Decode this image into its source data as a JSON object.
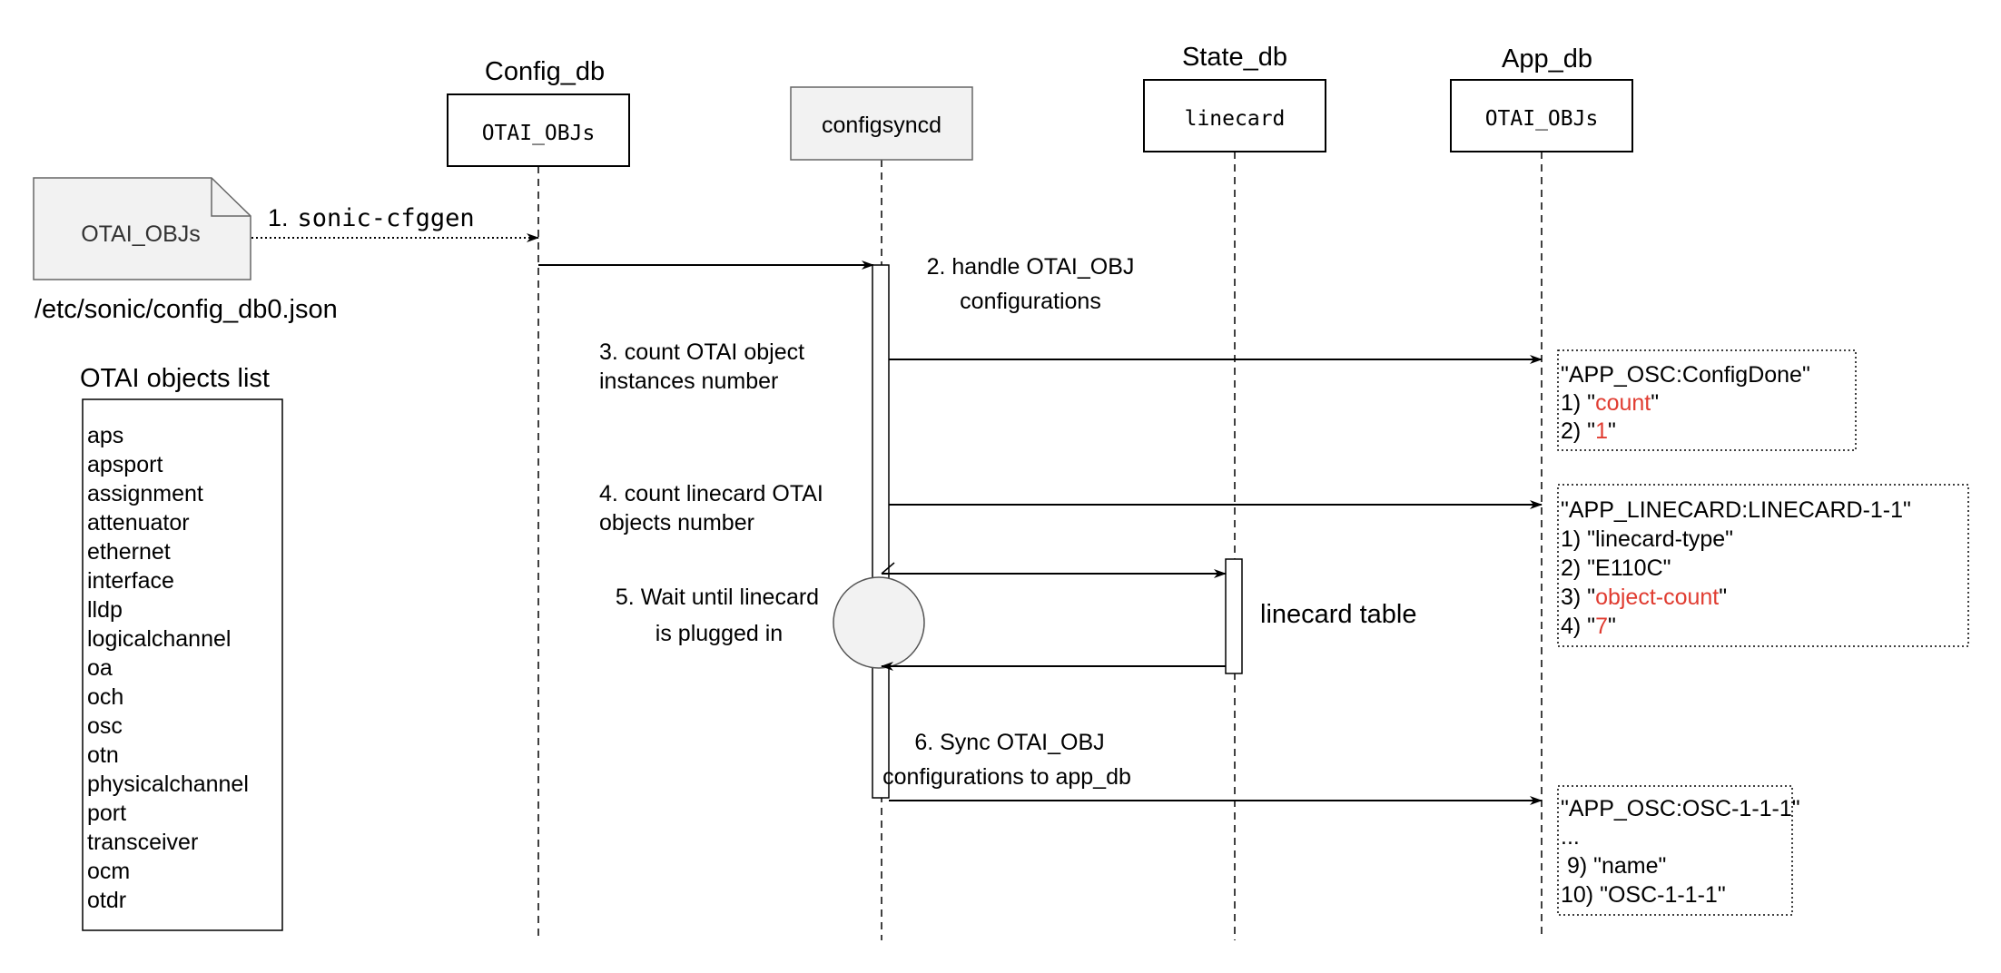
{
  "lifelines": {
    "config_db": {
      "title": "Config_db",
      "box_label": "OTAI_OBJs"
    },
    "configsyncd": {
      "box_label": "configsyncd"
    },
    "state_db": {
      "title": "State_db",
      "box_label": "linecard"
    },
    "app_db": {
      "title": "App_db",
      "box_label": "OTAI_OBJs"
    }
  },
  "source_file": {
    "label": "OTAI_OBJs",
    "path": "/etc/sonic/config_db0.json"
  },
  "objects_list": {
    "title": "OTAI objects list",
    "items": [
      "aps",
      "apsport",
      "assignment",
      "attenuator",
      "ethernet",
      "interface",
      "lldp",
      "logicalchannel",
      "oa",
      "och",
      "osc",
      "otn",
      "physicalchannel",
      "port",
      "transceiver",
      "ocm",
      "otdr"
    ]
  },
  "steps": {
    "s1": {
      "num": "1.",
      "cmd": "sonic-cfggen"
    },
    "s2": {
      "line1": "2. handle OTAI_OBJ",
      "line2": "configurations"
    },
    "s3": {
      "line1": "3. count OTAI object",
      "line2": "instances number"
    },
    "s4": {
      "line1": "4. count linecard OTAI",
      "line2": "objects number"
    },
    "s5": {
      "line1": "5. Wait until linecard",
      "line2": "is plugged in"
    },
    "s6": {
      "line1": "6. Sync OTAI_OBJ",
      "line2": "configurations to app_db"
    }
  },
  "linecard_table_label": "linecard table",
  "notes": {
    "config_done": {
      "key": "\"APP_OSC:ConfigDone\"",
      "l1_prefix": "1) \"",
      "l1_value": "count",
      "l1_suffix": "\"",
      "l2_prefix": "2) \"",
      "l2_value": "1",
      "l2_suffix": "\""
    },
    "linecard": {
      "key": "\"APP_LINECARD:LINECARD-1-1\"",
      "l1": "1) \"linecard-type\"",
      "l2": "2) \"E110C\"",
      "l3_prefix": "3) \"",
      "l3_value": "object-count",
      "l3_suffix": "\"",
      "l4_prefix": "4) \"",
      "l4_value": "7",
      "l4_suffix": "\""
    },
    "osc": {
      "key": "\"APP_OSC:OSC-1-1-1\"",
      "l1": "...",
      "l2": " 9) \"name\"",
      "l3": "10) \"OSC-1-1-1\""
    }
  },
  "colors": {
    "highlight": "#e03c31",
    "box_fill_gray": "#f2f2f2",
    "line": "#000000"
  }
}
